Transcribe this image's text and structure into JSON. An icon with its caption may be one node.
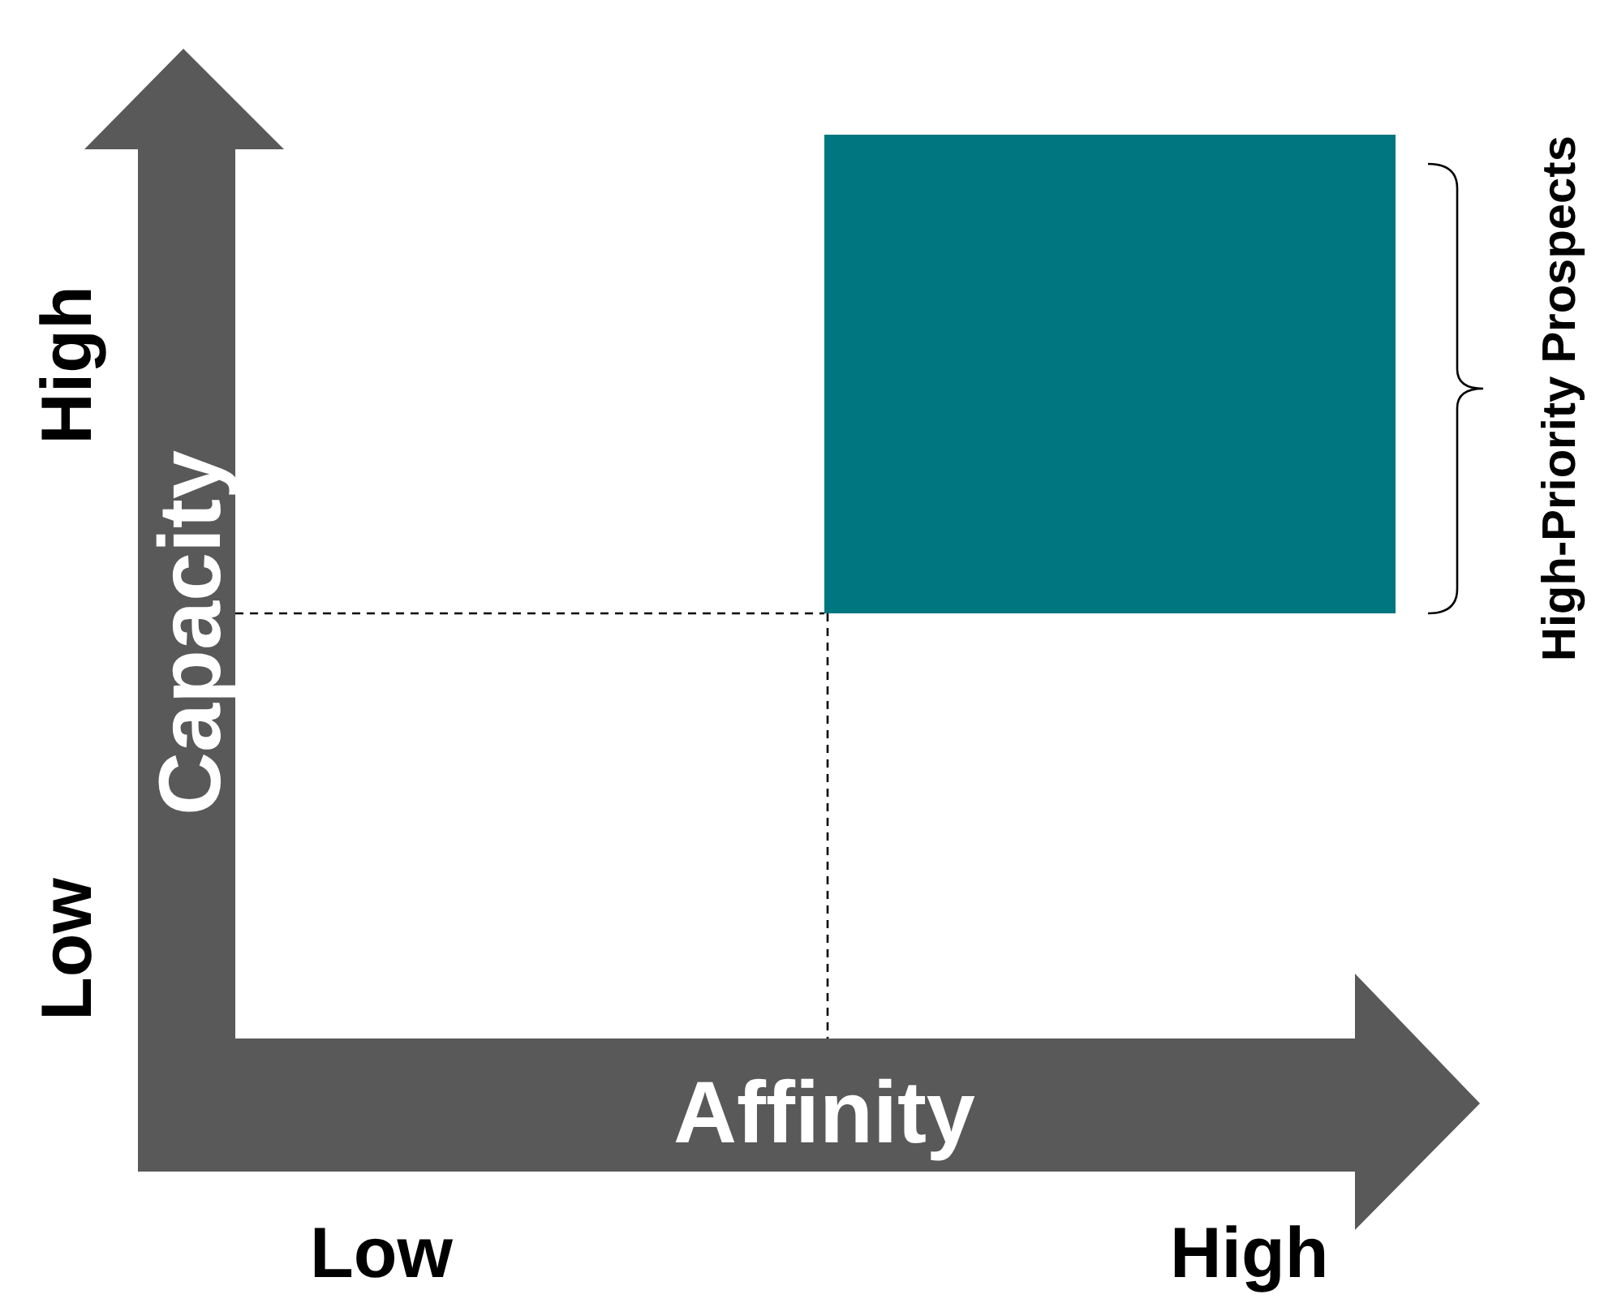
{
  "diagram": {
    "nodes": [
      {
        "text": [],
        "shape": "box",
        "beside": [
          "High-Priority Prospects"
        ]
      }
    ],
    "edges": [],
    "labels": [
      "High",
      "Capacity",
      "Low",
      "Affinity",
      "Low",
      "High"
    ]
  }
}
